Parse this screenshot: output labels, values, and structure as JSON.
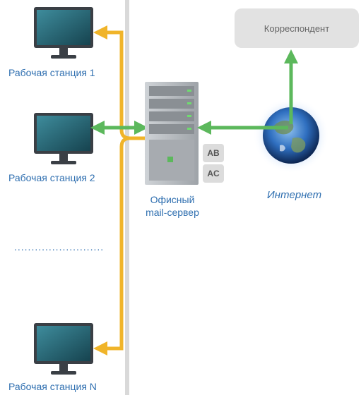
{
  "workstations": [
    {
      "label": "Рабочая станция 1"
    },
    {
      "label": "Рабочая станция 2"
    },
    {
      "label": "Рабочая станция N"
    }
  ],
  "ellipsis": "..........................",
  "server": {
    "label_line1": "Офисный",
    "label_line2": "mail-сервер"
  },
  "badges": [
    "AB",
    "AC"
  ],
  "internet": {
    "label": "Интернет"
  },
  "correspondent": {
    "label": "Корреспондент"
  },
  "colors": {
    "green_arrow": "#5cb85c",
    "yellow_line": "#f0b429",
    "label_blue": "#2f6fb0",
    "monitor_screen": "#1f5f6e",
    "monitor_frame": "#3a3f45",
    "server_body": "#b9bdc2",
    "gray_bar": "#d9d9d9"
  },
  "icons": [
    "monitor-icon",
    "server-icon",
    "globe-icon"
  ]
}
